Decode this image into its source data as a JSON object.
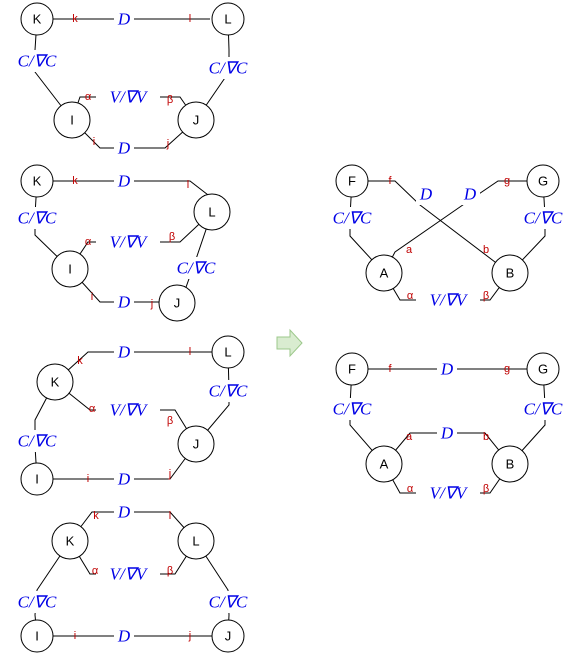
{
  "colors": {
    "index_label": "#c00000",
    "math_label": "#0000e6",
    "arrow_fill": "#d9ecd0",
    "arrow_stroke": "#9cc88b"
  },
  "math_labels": {
    "propagator": "D",
    "vertex": "V/∇V",
    "correction": "C/∇C"
  },
  "icons": {
    "arrow": "right-arrow-icon"
  },
  "nodes": {
    "k": "K",
    "l": "L",
    "i": "I",
    "j": "J",
    "f": "F",
    "g": "G",
    "a": "A",
    "b": "B"
  },
  "indices": {
    "k": "k",
    "l": "l",
    "i": "i",
    "j": "j",
    "alpha": "α",
    "beta": "β",
    "f": "f",
    "g": "g",
    "a": "a",
    "b": "b"
  }
}
